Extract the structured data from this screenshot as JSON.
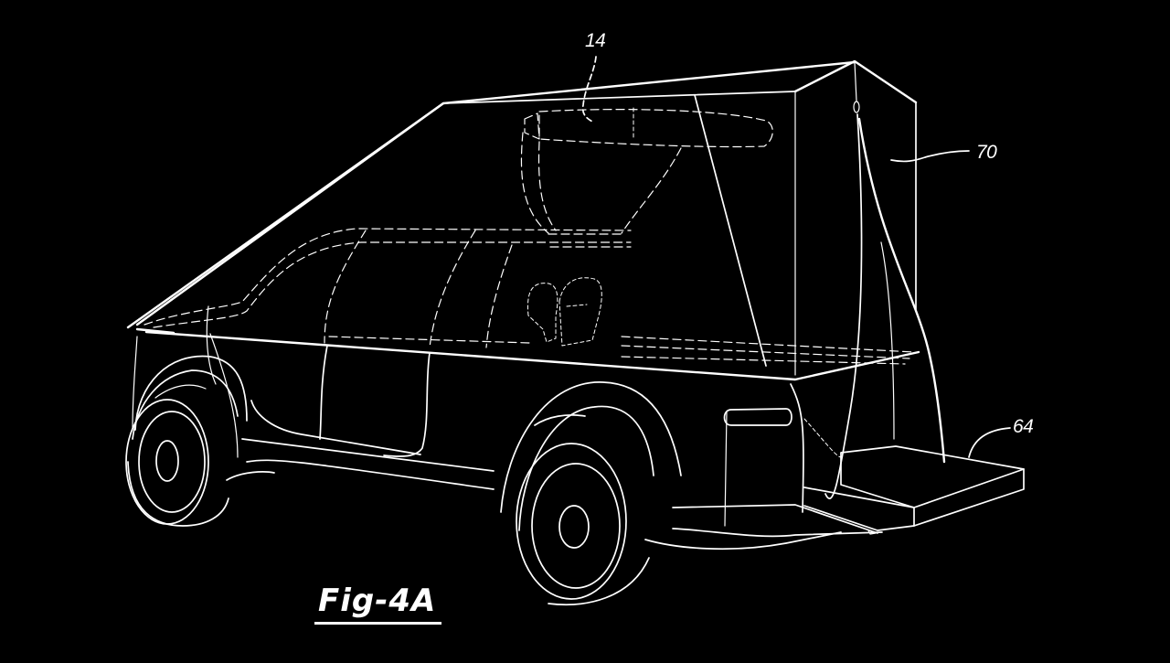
{
  "figure": {
    "label": "Fig-4A",
    "background_color": "#000000",
    "line_color": "#ffffff",
    "subject": "vehicle with rear tent enclosure and extended tailgate step"
  },
  "reference_numerals": [
    {
      "id": "ref-14",
      "text": "14",
      "points_to": "overhead roof bin (dashed)"
    },
    {
      "id": "ref-70",
      "text": "70",
      "points_to": "tent enclosure rear panel"
    },
    {
      "id": "ref-64",
      "text": "64",
      "points_to": "extended tailgate / step platform"
    }
  ],
  "labels": {
    "ref_14": "14",
    "ref_70": "70",
    "ref_64": "64",
    "fig": "Fig-4A"
  }
}
